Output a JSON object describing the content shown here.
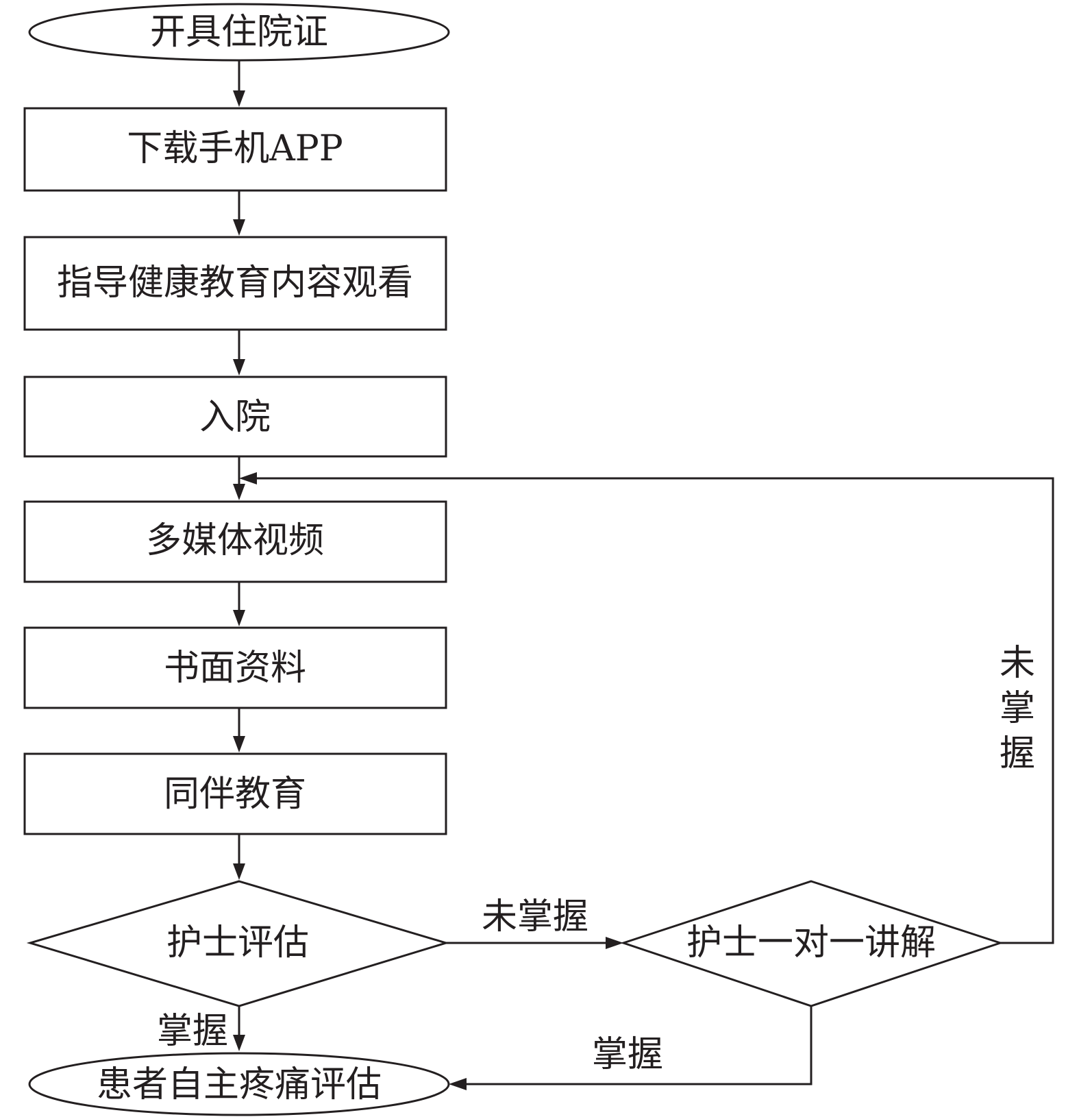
{
  "nodes": {
    "start": "开具住院证",
    "download_app": "下载手机APP",
    "guide_education": "指导健康教育内容观看",
    "admission": "入院",
    "multimedia_video": "多媒体视频",
    "written_materials": "书面资料",
    "peer_education": "同伴教育",
    "nurse_assessment": "护士评估",
    "nurse_one_on_one": "护士一对一讲解",
    "end": "患者自主疼痛评估"
  },
  "edge_labels": {
    "not_mastered_right": "未掌握",
    "mastered_down": "掌握",
    "mastered_return": "掌握",
    "not_mastered_loop_1": "未",
    "not_mastered_loop_2": "掌",
    "not_mastered_loop_3": "握"
  },
  "colors": {
    "stroke": "#231f20",
    "background": "#ffffff"
  }
}
